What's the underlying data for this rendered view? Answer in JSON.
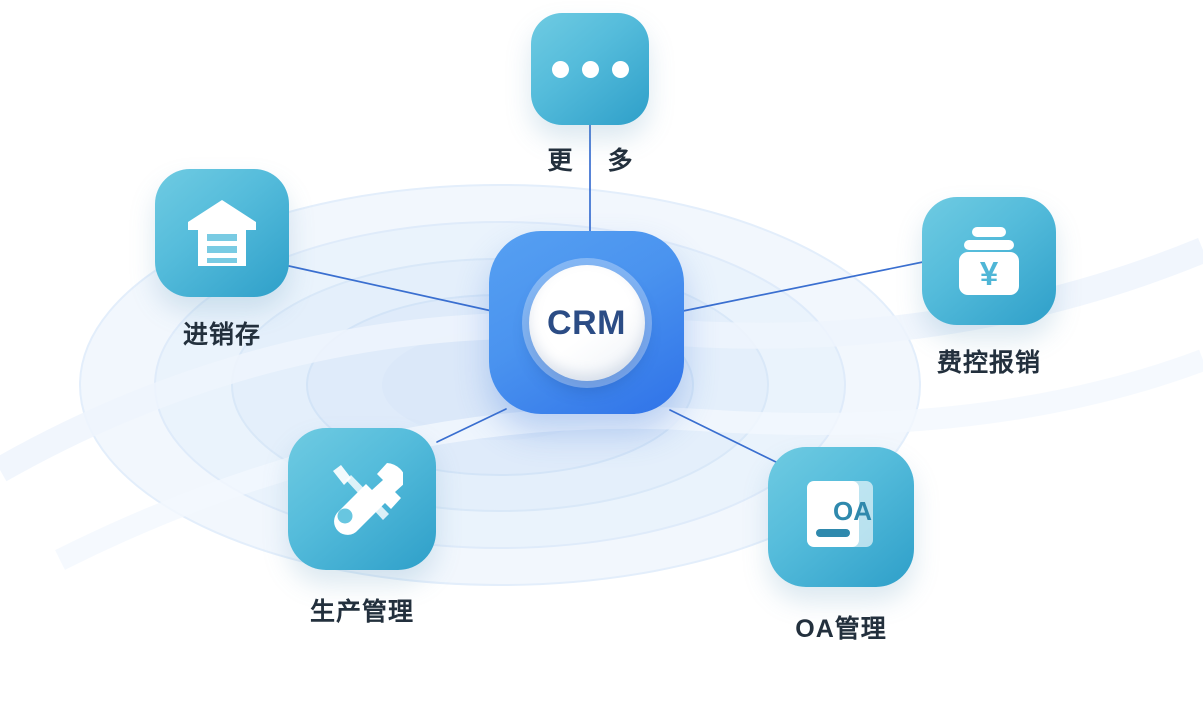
{
  "diagram": {
    "title": "CRM ecosystem hub-and-spoke diagram",
    "background_color": "#ffffff",
    "center": {
      "id": "crm",
      "text": "CRM",
      "text_color": "#2b4c85",
      "tile_color_start": "#56a0f2",
      "tile_color_end": "#2f72e8",
      "shape": "rounded-square-with-white-disc"
    },
    "link_color": "#3a6fd0",
    "ripple_color": "#dbe9f8",
    "label_color": "#23303d",
    "nodes": [
      {
        "id": "more",
        "label": "更 多",
        "icon": "ellipsis-dots-icon",
        "position": "top",
        "tile_color_start": "#6fcbe2",
        "tile_color_end": "#2e9fc9"
      },
      {
        "id": "inventory",
        "label": "进销存",
        "icon": "warehouse-icon",
        "position": "left",
        "tile_color_start": "#6fcbe2",
        "tile_color_end": "#2e9fc9"
      },
      {
        "id": "expense",
        "label": "费控报销",
        "icon": "money-jar-yen-icon",
        "position": "right",
        "tile_color_start": "#6fcbe2",
        "tile_color_end": "#2e9fc9"
      },
      {
        "id": "production",
        "label": "生产管理",
        "icon": "wrench-screwdriver-icon",
        "position": "bottom-left",
        "tile_color_start": "#6fcbe2",
        "tile_color_end": "#2e9fc9"
      },
      {
        "id": "oa",
        "label": "OA管理",
        "icon": "oa-document-icon",
        "position": "bottom-right",
        "tile_color_start": "#6fcbe2",
        "tile_color_end": "#2e9fc9",
        "icon_text": "OA"
      }
    ],
    "icon_glyph_text": {
      "yen_symbol": "¥",
      "oa_text": "OA"
    }
  }
}
